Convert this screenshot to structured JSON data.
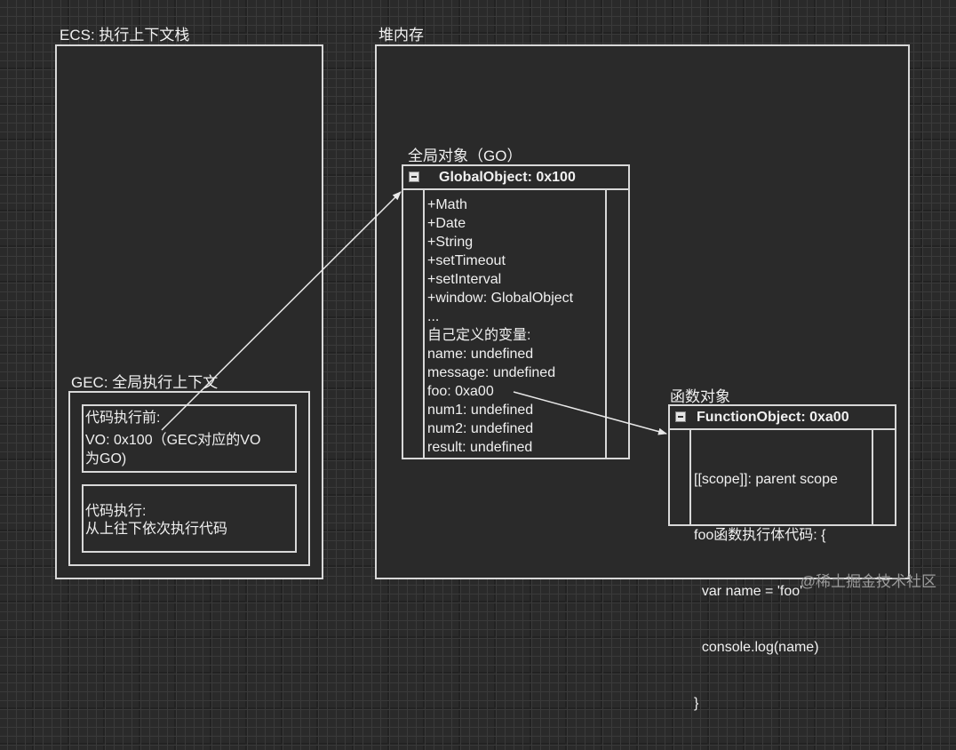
{
  "ecs": {
    "label": "ECS: 执行上下文栈"
  },
  "heap": {
    "label": "堆内存"
  },
  "gec": {
    "label": "GEC: 全局执行上下文",
    "before": {
      "lines": [
        "代码执行前:",
        "VO: 0x100（GEC对应的VO",
        "为GO)"
      ]
    },
    "during": {
      "lines": [
        "代码执行:",
        "从上往下依次执行代码"
      ]
    }
  },
  "go": {
    "label": "全局对象（GO）",
    "title": "GlobalObject: 0x100",
    "rows": [
      "+Math",
      "+Date",
      "+String",
      "+setTimeout",
      "+setInterval",
      "+window: GlobalObject",
      "...",
      "自己定义的变量:",
      "name: undefined",
      "message: undefined",
      "foo: 0xa00",
      "num1: undefined",
      "num2: undefined",
      "result: undefined"
    ]
  },
  "fo": {
    "label": "函数对象",
    "title": "FunctionObject: 0xa00",
    "rows": [
      "[[scope]]: parent scope",
      "foo函数执行体代码: {",
      "  var name = 'foo'",
      "  console.log(name)",
      "}"
    ]
  },
  "watermark": "@稀土掘金技术社区",
  "colors": {
    "background": "#2a2a2a",
    "stroke": "#d8d8d8",
    "text": "#f0f0f0"
  }
}
